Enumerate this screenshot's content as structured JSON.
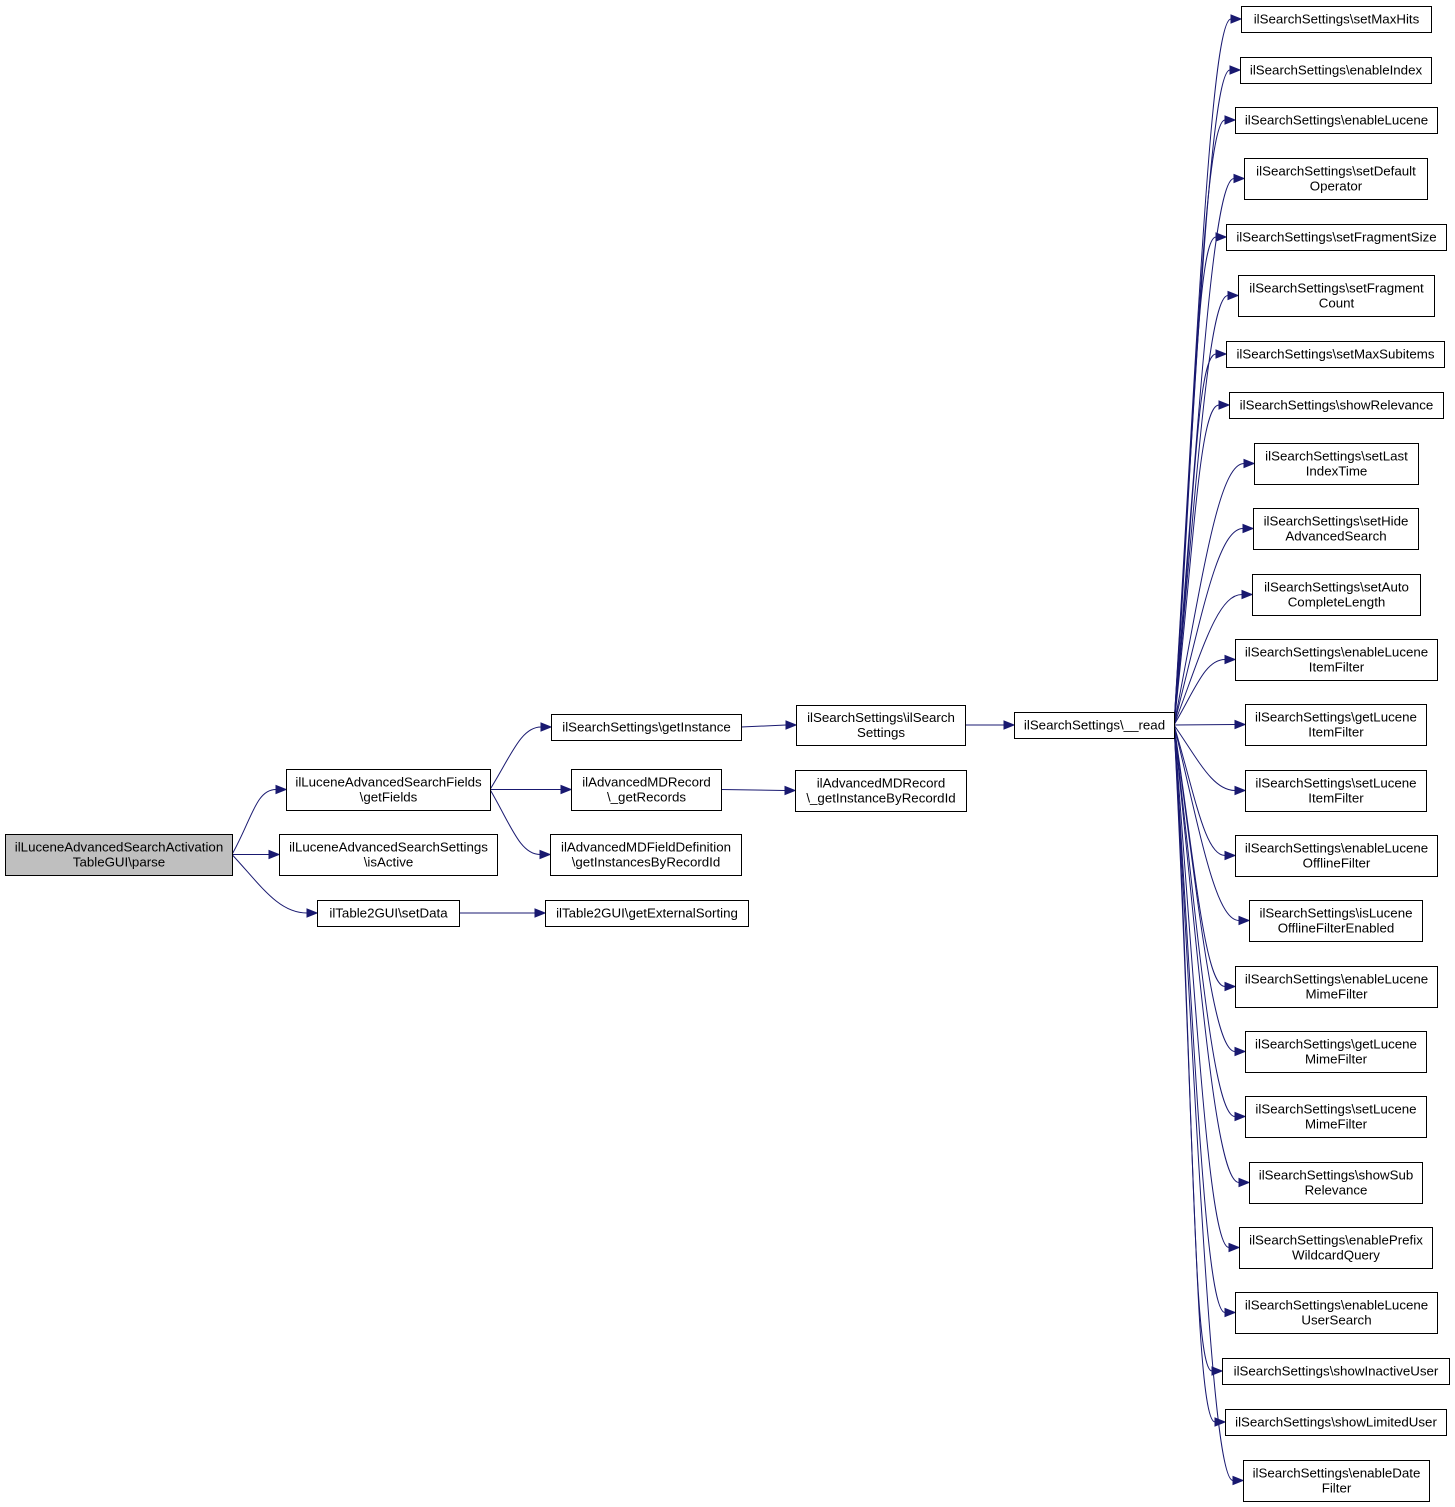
{
  "colors": {
    "edge": "#191970",
    "node_fill": "#ffffff",
    "root_fill": "#bfbfbf",
    "node_border": "#000000"
  },
  "nodes": [
    {
      "id": "root",
      "lines": [
        "ilLuceneAdvancedSearchActivation",
        "TableGUI\\parse"
      ],
      "root": true
    },
    {
      "id": "getFields",
      "lines": [
        "ilLuceneAdvancedSearchFields",
        "\\getFields"
      ]
    },
    {
      "id": "isActive",
      "lines": [
        "ilLuceneAdvancedSearchSettings",
        "\\isActive"
      ]
    },
    {
      "id": "setData",
      "lines": [
        "ilTable2GUI\\setData"
      ]
    },
    {
      "id": "getInstance",
      "lines": [
        "ilSearchSettings\\getInstance"
      ]
    },
    {
      "id": "getRecords",
      "lines": [
        "ilAdvancedMDRecord",
        "\\_getRecords"
      ]
    },
    {
      "id": "getInstancesByRecordId",
      "lines": [
        "ilAdvancedMDFieldDefinition",
        "\\getInstancesByRecordId"
      ]
    },
    {
      "id": "getExternalSorting",
      "lines": [
        "ilTable2GUI\\getExternalSorting"
      ]
    },
    {
      "id": "ctor",
      "lines": [
        "ilSearchSettings\\ilSearch",
        "Settings"
      ]
    },
    {
      "id": "getInstanceByRecordId",
      "lines": [
        "ilAdvancedMDRecord",
        "\\_getInstanceByRecordId"
      ]
    },
    {
      "id": "read",
      "lines": [
        "ilSearchSettings\\__read"
      ]
    },
    {
      "id": "r1",
      "lines": [
        "ilSearchSettings\\setMaxHits"
      ]
    },
    {
      "id": "r2",
      "lines": [
        "ilSearchSettings\\enableIndex"
      ]
    },
    {
      "id": "r3",
      "lines": [
        "ilSearchSettings\\enableLucene"
      ]
    },
    {
      "id": "r4",
      "lines": [
        "ilSearchSettings\\setDefault",
        "Operator"
      ]
    },
    {
      "id": "r5",
      "lines": [
        "ilSearchSettings\\setFragmentSize"
      ]
    },
    {
      "id": "r6",
      "lines": [
        "ilSearchSettings\\setFragment",
        "Count"
      ]
    },
    {
      "id": "r7",
      "lines": [
        "ilSearchSettings\\setMaxSubitems"
      ]
    },
    {
      "id": "r8",
      "lines": [
        "ilSearchSettings\\showRelevance"
      ]
    },
    {
      "id": "r9",
      "lines": [
        "ilSearchSettings\\setLast",
        "IndexTime"
      ]
    },
    {
      "id": "r10",
      "lines": [
        "ilSearchSettings\\setHide",
        "AdvancedSearch"
      ]
    },
    {
      "id": "r11",
      "lines": [
        "ilSearchSettings\\setAuto",
        "CompleteLength"
      ]
    },
    {
      "id": "r12",
      "lines": [
        "ilSearchSettings\\enableLucene",
        "ItemFilter"
      ]
    },
    {
      "id": "r13",
      "lines": [
        "ilSearchSettings\\getLucene",
        "ItemFilter"
      ]
    },
    {
      "id": "r14",
      "lines": [
        "ilSearchSettings\\setLucene",
        "ItemFilter"
      ]
    },
    {
      "id": "r15",
      "lines": [
        "ilSearchSettings\\enableLucene",
        "OfflineFilter"
      ]
    },
    {
      "id": "r16",
      "lines": [
        "ilSearchSettings\\isLucene",
        "OfflineFilterEnabled"
      ]
    },
    {
      "id": "r17",
      "lines": [
        "ilSearchSettings\\enableLucene",
        "MimeFilter"
      ]
    },
    {
      "id": "r18",
      "lines": [
        "ilSearchSettings\\getLucene",
        "MimeFilter"
      ]
    },
    {
      "id": "r19",
      "lines": [
        "ilSearchSettings\\setLucene",
        "MimeFilter"
      ]
    },
    {
      "id": "r20",
      "lines": [
        "ilSearchSettings\\showSub",
        "Relevance"
      ]
    },
    {
      "id": "r21",
      "lines": [
        "ilSearchSettings\\enablePrefix",
        "WildcardQuery"
      ]
    },
    {
      "id": "r22",
      "lines": [
        "ilSearchSettings\\enableLucene",
        "UserSearch"
      ]
    },
    {
      "id": "r23",
      "lines": [
        "ilSearchSettings\\showInactiveUser"
      ]
    },
    {
      "id": "r24",
      "lines": [
        "ilSearchSettings\\showLimitedUser"
      ]
    },
    {
      "id": "r25",
      "lines": [
        "ilSearchSettings\\enableDate",
        "Filter"
      ]
    }
  ],
  "edges": [
    [
      "root",
      "getFields"
    ],
    [
      "root",
      "isActive"
    ],
    [
      "root",
      "setData"
    ],
    [
      "getFields",
      "getInstance"
    ],
    [
      "getFields",
      "getRecords"
    ],
    [
      "getFields",
      "getInstancesByRecordId"
    ],
    [
      "setData",
      "getExternalSorting"
    ],
    [
      "getInstance",
      "ctor"
    ],
    [
      "getRecords",
      "getInstanceByRecordId"
    ],
    [
      "ctor",
      "read"
    ],
    [
      "read",
      "r1"
    ],
    [
      "read",
      "r2"
    ],
    [
      "read",
      "r3"
    ],
    [
      "read",
      "r4"
    ],
    [
      "read",
      "r5"
    ],
    [
      "read",
      "r6"
    ],
    [
      "read",
      "r7"
    ],
    [
      "read",
      "r8"
    ],
    [
      "read",
      "r9"
    ],
    [
      "read",
      "r10"
    ],
    [
      "read",
      "r11"
    ],
    [
      "read",
      "r12"
    ],
    [
      "read",
      "r13"
    ],
    [
      "read",
      "r14"
    ],
    [
      "read",
      "r15"
    ],
    [
      "read",
      "r16"
    ],
    [
      "read",
      "r17"
    ],
    [
      "read",
      "r18"
    ],
    [
      "read",
      "r19"
    ],
    [
      "read",
      "r20"
    ],
    [
      "read",
      "r21"
    ],
    [
      "read",
      "r22"
    ],
    [
      "read",
      "r23"
    ],
    [
      "read",
      "r24"
    ],
    [
      "read",
      "r25"
    ]
  ]
}
